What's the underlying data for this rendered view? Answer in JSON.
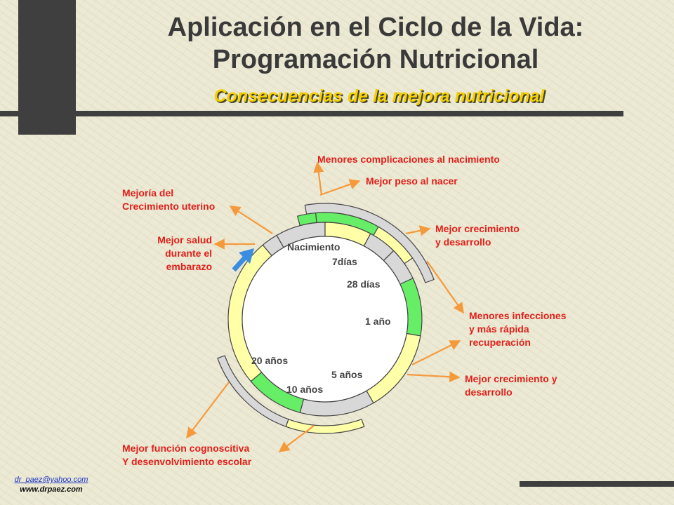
{
  "title_line1": "Aplicación en el Ciclo de la Vida:",
  "title_line2": "Programación Nutricional",
  "subtitle": "Consecuencias de la mejora nutricional",
  "ring_labels": {
    "nacimiento": "Nacimiento",
    "siete_dias": "7días",
    "veintiocho_dias": "28 días",
    "un_ano": "1 año",
    "cinco_anos": "5 años",
    "diez_anos": "10 años",
    "veinte_anos": "20 años"
  },
  "outcomes": {
    "complicaciones": "Menores complicaciones al nacimiento",
    "peso": "Mejor peso al nacer",
    "crecimiento_uterino_1": "Mejoría del",
    "crecimiento_uterino_2": "Crecimiento uterino",
    "salud_embarazo_1": "Mejor salud",
    "salud_embarazo_2": "durante el",
    "salud_embarazo_3": "embarazo",
    "crecimiento_desarrollo_1": "Mejor crecimiento",
    "crecimiento_desarrollo_2": "y desarrollo",
    "infecciones_1": "Menores infecciones",
    "infecciones_2": "y más rápida",
    "infecciones_3": "recuperación",
    "crecimiento_desarrollo_b1": "Mejor crecimiento y",
    "crecimiento_desarrollo_b2": "desarrollo",
    "cognoscitiva_1": "Mejor función cognoscitiva",
    "cognoscitiva_2": "Y desenvolvimiento escolar"
  },
  "footer": {
    "email": "dr_paez@yahoo.com",
    "web": "www.drpaez.com"
  },
  "colors": {
    "accent_text": "#e0201a",
    "arrow": "#f59a3c",
    "ring_yellow": "#ffffa8",
    "ring_green": "#66ee66",
    "ring_gray": "#d8d8d8",
    "pointer_blue": "#3a8de0",
    "subtitle": "#f5d000"
  }
}
